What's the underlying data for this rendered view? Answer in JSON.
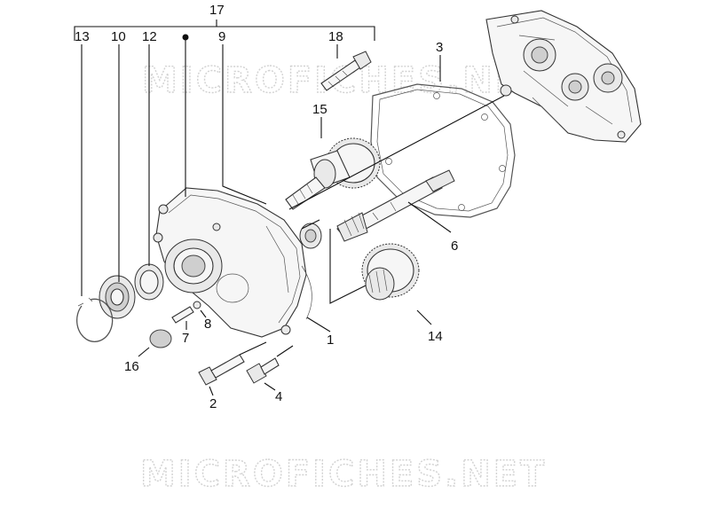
{
  "watermarks": {
    "top": "MICROFICHES.NET",
    "bottom": "MICROFICHES.NET"
  },
  "callouts": {
    "c17": "17",
    "c13": "13",
    "c10": "10",
    "c12": "12",
    "c9": "9",
    "c18": "18",
    "c3": "3",
    "c15": "15",
    "c6": "6",
    "c1": "1",
    "c14": "14",
    "c8": "8",
    "c7": "7",
    "c16": "16",
    "c2": "2",
    "c4": "4"
  }
}
